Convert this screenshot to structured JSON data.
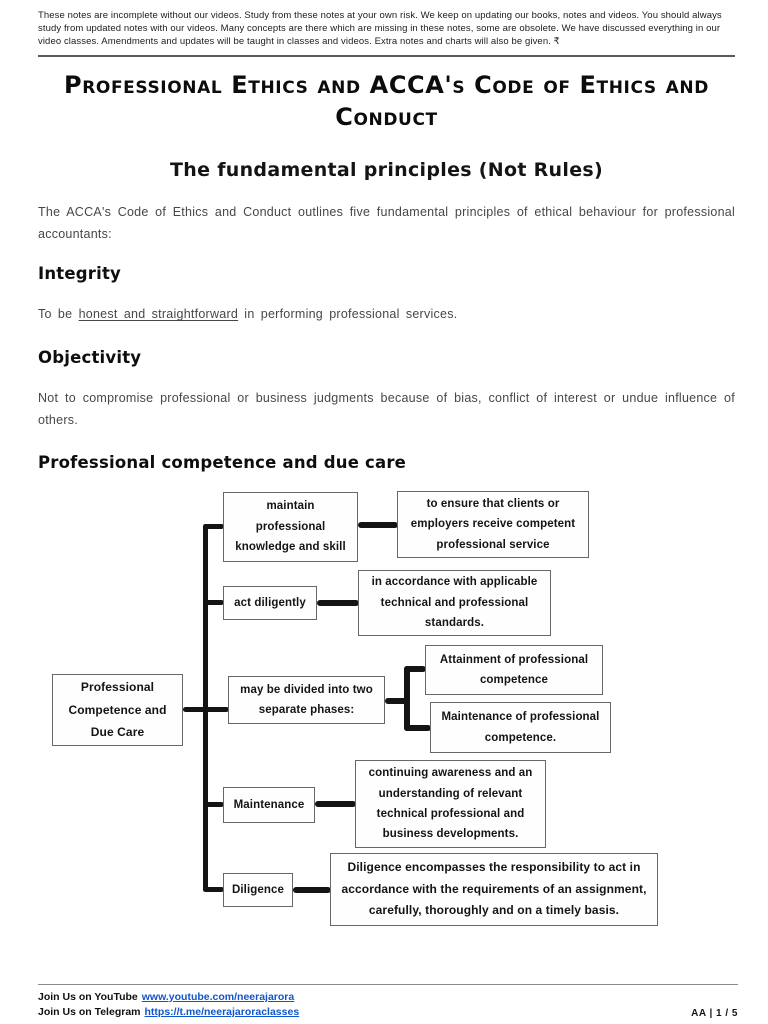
{
  "header": {
    "disclaimer": "These notes are incomplete without our videos. Study from these notes at your own risk. We keep on updating our books, notes and videos. You should always study from updated notes with our videos. Many concepts are there which are missing in these notes, some are obsolete. We have discussed everything in our video classes.  Amendments and updates will be taught in classes and videos. Extra notes and charts will also be given. ₹"
  },
  "title": "Professional Ethics and ACCA's Code of Ethics and Conduct",
  "subtitle": "The fundamental principles (Not Rules)",
  "intro": "The ACCA's Code of Ethics and Conduct outlines five fundamental principles of ethical behaviour for professional accountants:",
  "sections": {
    "integrity": {
      "heading": "Integrity",
      "body_prefix": "To be ",
      "body_underlined": "honest and straightforward",
      "body_suffix": " in performing professional services."
    },
    "objectivity": {
      "heading": "Objectivity",
      "body": "Not to compromise professional or business judgments because of bias, conflict of interest or undue influence of others."
    },
    "competence": {
      "heading": "Professional competence and due care"
    }
  },
  "diagram": {
    "root_label": "Professional Competence and Due Care",
    "boxes": {
      "maintain": "maintain professional knowledge and skill",
      "maintain_desc": "to ensure that clients or employers receive competent professional service",
      "diligently": "act diligently",
      "diligently_desc": "in accordance with applicable technical and professional standards.",
      "phases": "may be divided into two separate phases:",
      "attainment": "Attainment of professional competence",
      "maintenance_of_competence": "Maintenance of professional competence.",
      "maintenance": "Maintenance",
      "maintenance_desc": "continuing awareness and an understanding of relevant technical professional and business developments.",
      "diligence": "Diligence",
      "diligence_desc": "Diligence encompasses the responsibility to act in accordance with the requirements of an assignment, carefully, thoroughly and on a timely basis."
    }
  },
  "footer": {
    "youtube_label": "Join Us on YouTube",
    "youtube_link": "www.youtube.com/neerajarora",
    "telegram_label": "Join Us on Telegram",
    "telegram_link": "https://t.me/neerajaroraclasses",
    "page_indicator": "AA |  1 / 5"
  },
  "colors": {
    "link": "#1155cc",
    "connector": "#141414",
    "box_border": "#676767"
  }
}
